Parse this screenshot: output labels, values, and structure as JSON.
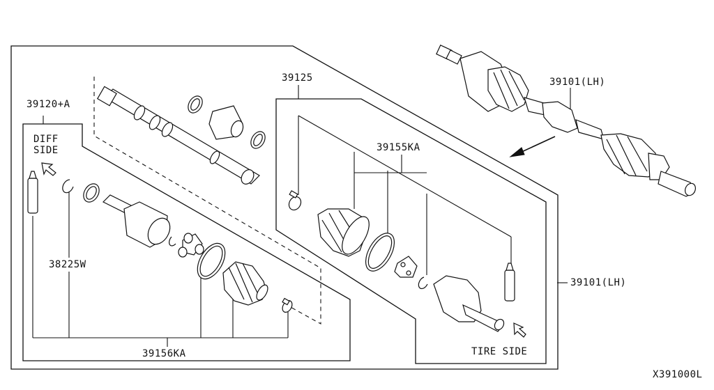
{
  "labels": {
    "kit_inner": "39120+A",
    "diff_side": "DIFF",
    "diff_side_2": "SIDE",
    "snap_ring": "38225W",
    "boot_kit_inner": "39156KA",
    "shaft_assy_upper": "39125",
    "boot_kit_outer": "39155KA",
    "shaft_top": "39101(LH)",
    "shaft_main": "39101(LH)",
    "tire_side": "TIRE SIDE",
    "diagram_code": "X391000L"
  }
}
